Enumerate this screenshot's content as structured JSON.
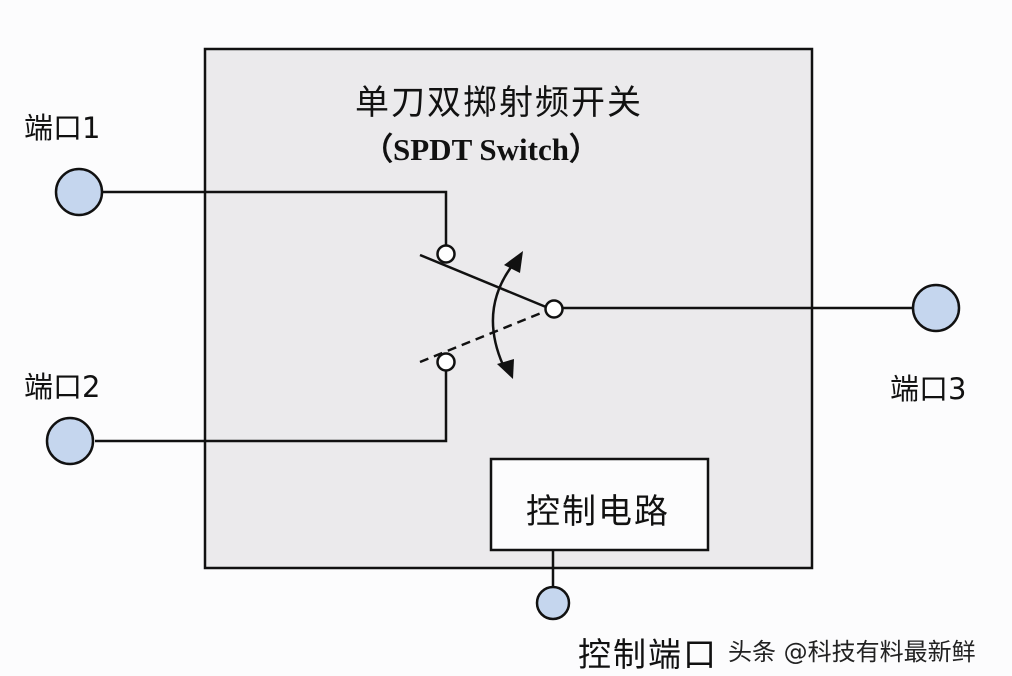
{
  "title": {
    "cn": "单刀双掷射频开关",
    "en": "（SPDT Switch）"
  },
  "ports": [
    {
      "id": "port1",
      "label": "端口1"
    },
    {
      "id": "port2",
      "label": "端口2"
    },
    {
      "id": "port3",
      "label": "端口3"
    }
  ],
  "control": {
    "circuit_label": "控制电路",
    "port_label": "控制端口"
  },
  "watermark": "头条 @科技有料最新鲜",
  "colors": {
    "box_fill": "#ebeaec",
    "port_fill": "#c5d6ee",
    "stroke": "#111111",
    "control_fill": "#fcfcfd"
  }
}
